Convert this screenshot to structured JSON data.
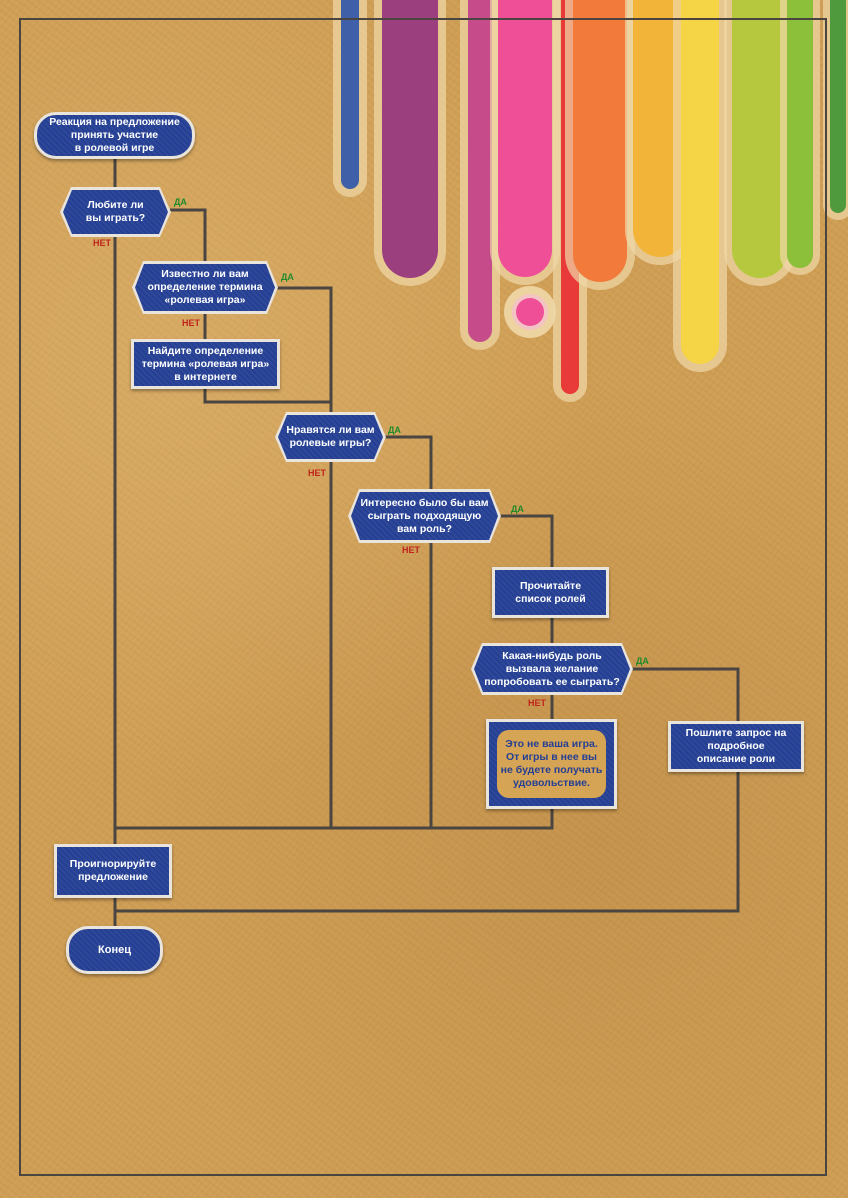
{
  "colors": {
    "node_fill": "#243f93",
    "node_border": "#e9e4dc",
    "connector": "#4a4540",
    "yes_label": "#1f8a2a",
    "no_label": "#c0251d",
    "background": "#cf9e55"
  },
  "nodes": {
    "start": "Реакция на предложение\nпринять участие\nв ролевой игре",
    "q_like_play": "Любите ли\nвы играть?",
    "q_know_term": "Известно ли вам\nопределение термина\n«ролевая игра»",
    "find_definition": "Найдите определение\nтермина «ролевая игра»\nв интернете",
    "q_like_rpg": "Нравятся ли вам\nролевые игры?",
    "q_interesting_role": "Интересно было бы вам\nсыграть подходящую\nвам роль?",
    "read_roles": "Прочитайте\nсписок ролей",
    "q_any_role": "Какая-нибудь роль\nвызвала желание\nпопробовать ее сыграть?",
    "not_your_game": "Это не ваша игра.\nОт игры в нее вы\nне будете получать\nудовольствие.",
    "send_request": "Пошлите запрос на\nподробное\nописание роли",
    "ignore": "Проигнорируйте\nпредложение",
    "end": "Конец"
  },
  "labels": {
    "yes": "ДА",
    "no": "НЕТ"
  }
}
